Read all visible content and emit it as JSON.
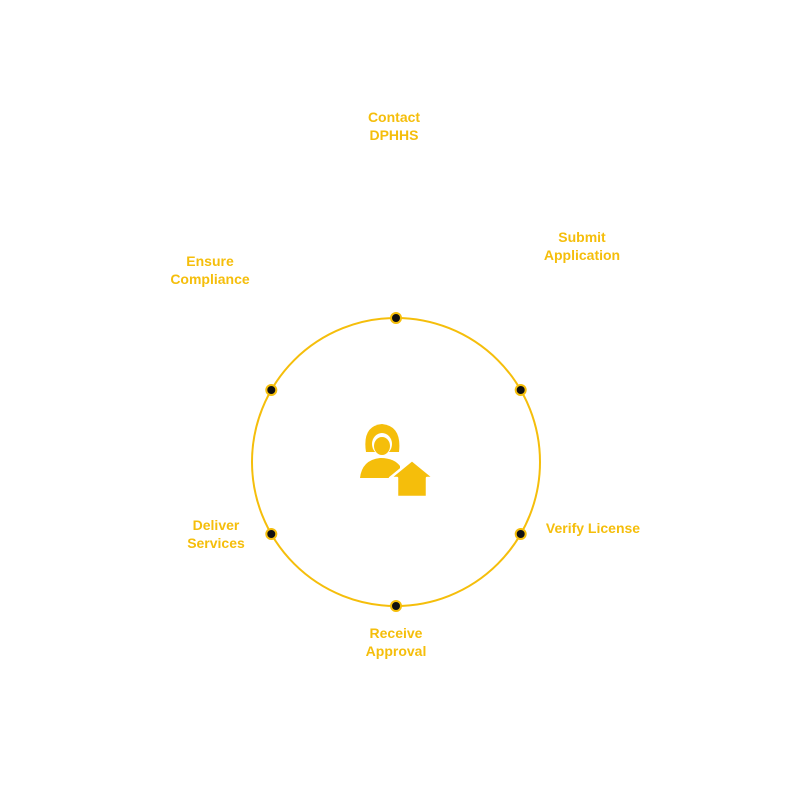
{
  "diagram": {
    "type": "cycle",
    "center_icon": "person-home-icon",
    "steps": [
      {
        "id": "contact",
        "label": "Contact\nDPHHS"
      },
      {
        "id": "submit",
        "label": "Submit\nApplication"
      },
      {
        "id": "verify",
        "label": "Verify License"
      },
      {
        "id": "approval",
        "label": "Receive\nApproval"
      },
      {
        "id": "deliver",
        "label": "Deliver\nServices"
      },
      {
        "id": "compliance",
        "label": "Ensure\nCompliance"
      }
    ]
  },
  "colors": {
    "accent": "#F5BE0B",
    "node_fill": "#111111",
    "background": "#FFFFFF"
  }
}
